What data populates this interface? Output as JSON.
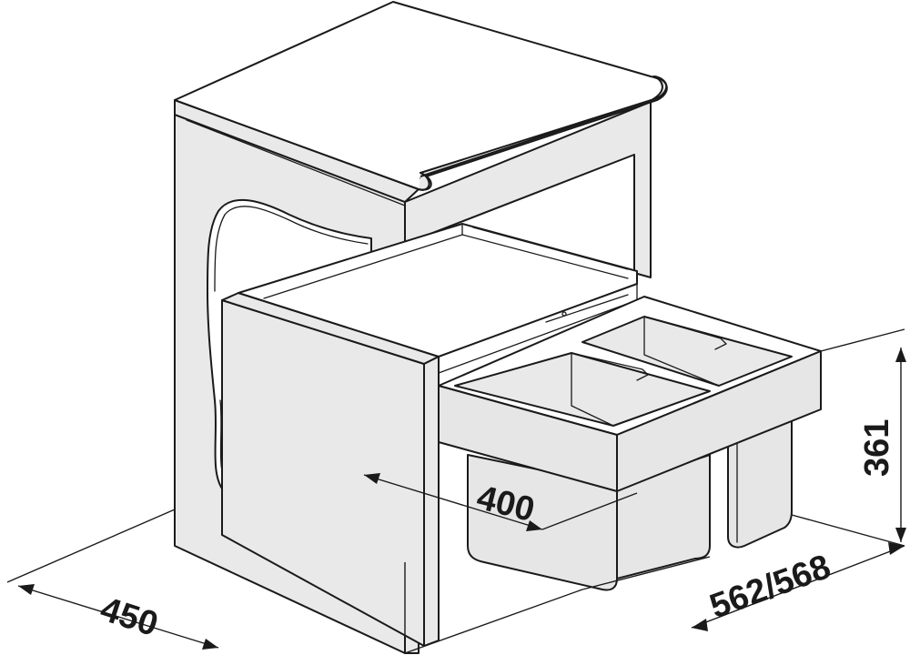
{
  "dimensions": {
    "depth_cabinet": "450",
    "width_inner": "400",
    "height_bin": "361",
    "depth_cabinet_range": "562/568"
  }
}
